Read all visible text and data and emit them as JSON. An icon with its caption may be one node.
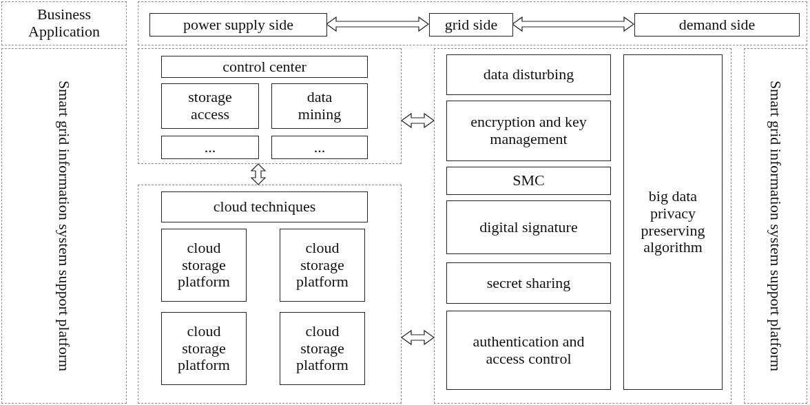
{
  "diagram": {
    "nodes": [
      {
        "text": [
          "Business Application"
        ]
      },
      {
        "text": [],
        "shape": "box"
      },
      {
        "text": [
          "power supply side"
        ],
        "in": 1
      },
      {
        "text": [
          "grid side"
        ],
        "in": 1
      },
      {
        "text": [
          "demand side"
        ],
        "in": 1
      },
      {
        "text": [
          "Smart grid information system support platform"
        ]
      },
      {
        "text": [],
        "shape": "box"
      },
      {
        "text": [
          "control center"
        ],
        "in": 6
      },
      {
        "text": [
          "storage access"
        ],
        "in": 6
      },
      {
        "text": [
          "data mining"
        ],
        "in": 6
      },
      {
        "text": [
          "..."
        ],
        "in": 6
      },
      {
        "text": [
          "..."
        ],
        "in": 6
      },
      {
        "text": [],
        "shape": "box"
      },
      {
        "text": [
          "cloud techniques"
        ],
        "in": 12
      },
      {
        "text": [
          "cloud storage platform"
        ],
        "in": 12
      },
      {
        "text": [
          "cloud storage platform"
        ],
        "in": 12
      },
      {
        "text": [
          "cloud storage platform"
        ],
        "in": 12
      },
      {
        "text": [
          "cloud storage platform"
        ],
        "in": 12
      },
      {
        "text": [],
        "shape": "box"
      },
      {
        "text": [
          "data disturbing"
        ],
        "in": 18
      },
      {
        "text": [
          "encryption and key management"
        ],
        "in": 18
      },
      {
        "text": [
          "SMC"
        ],
        "in": 18
      },
      {
        "text": [
          "digital signature"
        ],
        "in": 18
      },
      {
        "text": [
          "secret sharing"
        ],
        "in": 18
      },
      {
        "text": [
          "authentication and access control"
        ],
        "in": 18
      },
      {
        "text": [
          "big data privacy preserving algorithm"
        ],
        "in": 18
      },
      {
        "text": [
          "Smart grid information system support platform"
        ]
      }
    ],
    "edges": [
      {
        "from": 2,
        "to": 3,
        "arrow": "both"
      },
      {
        "from": 3,
        "to": 4,
        "arrow": "both"
      },
      {
        "from": 6,
        "to": 18,
        "arrow": "both"
      },
      {
        "from": 6,
        "to": 12,
        "arrow": "both"
      },
      {
        "from": 12,
        "to": 18,
        "arrow": "both"
      }
    ]
  }
}
